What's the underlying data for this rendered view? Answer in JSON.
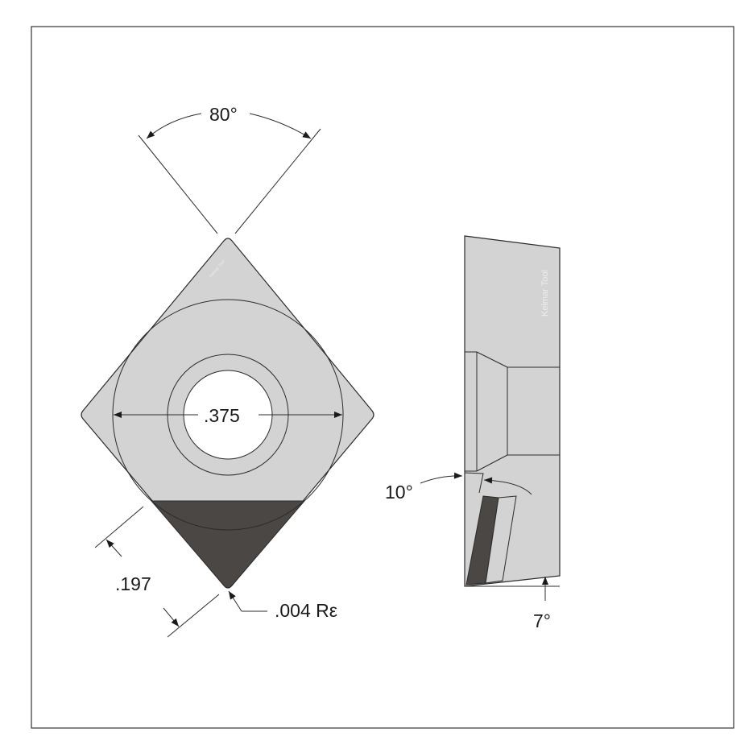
{
  "dimensions": {
    "included_angle": "80°",
    "bore": ".375",
    "edge_length": ".197",
    "corner_radius": ".004 Rε",
    "rake_angle": "10°",
    "clearance_angle": "7°"
  },
  "watermark": {
    "side_view": "Kelmar Tool",
    "top_view": "Kelmar Tool"
  },
  "colors": {
    "insert_body": "#d3d3d3",
    "tip": "#4a4744",
    "outline": "#2b2b2b",
    "frame": "#333333"
  }
}
